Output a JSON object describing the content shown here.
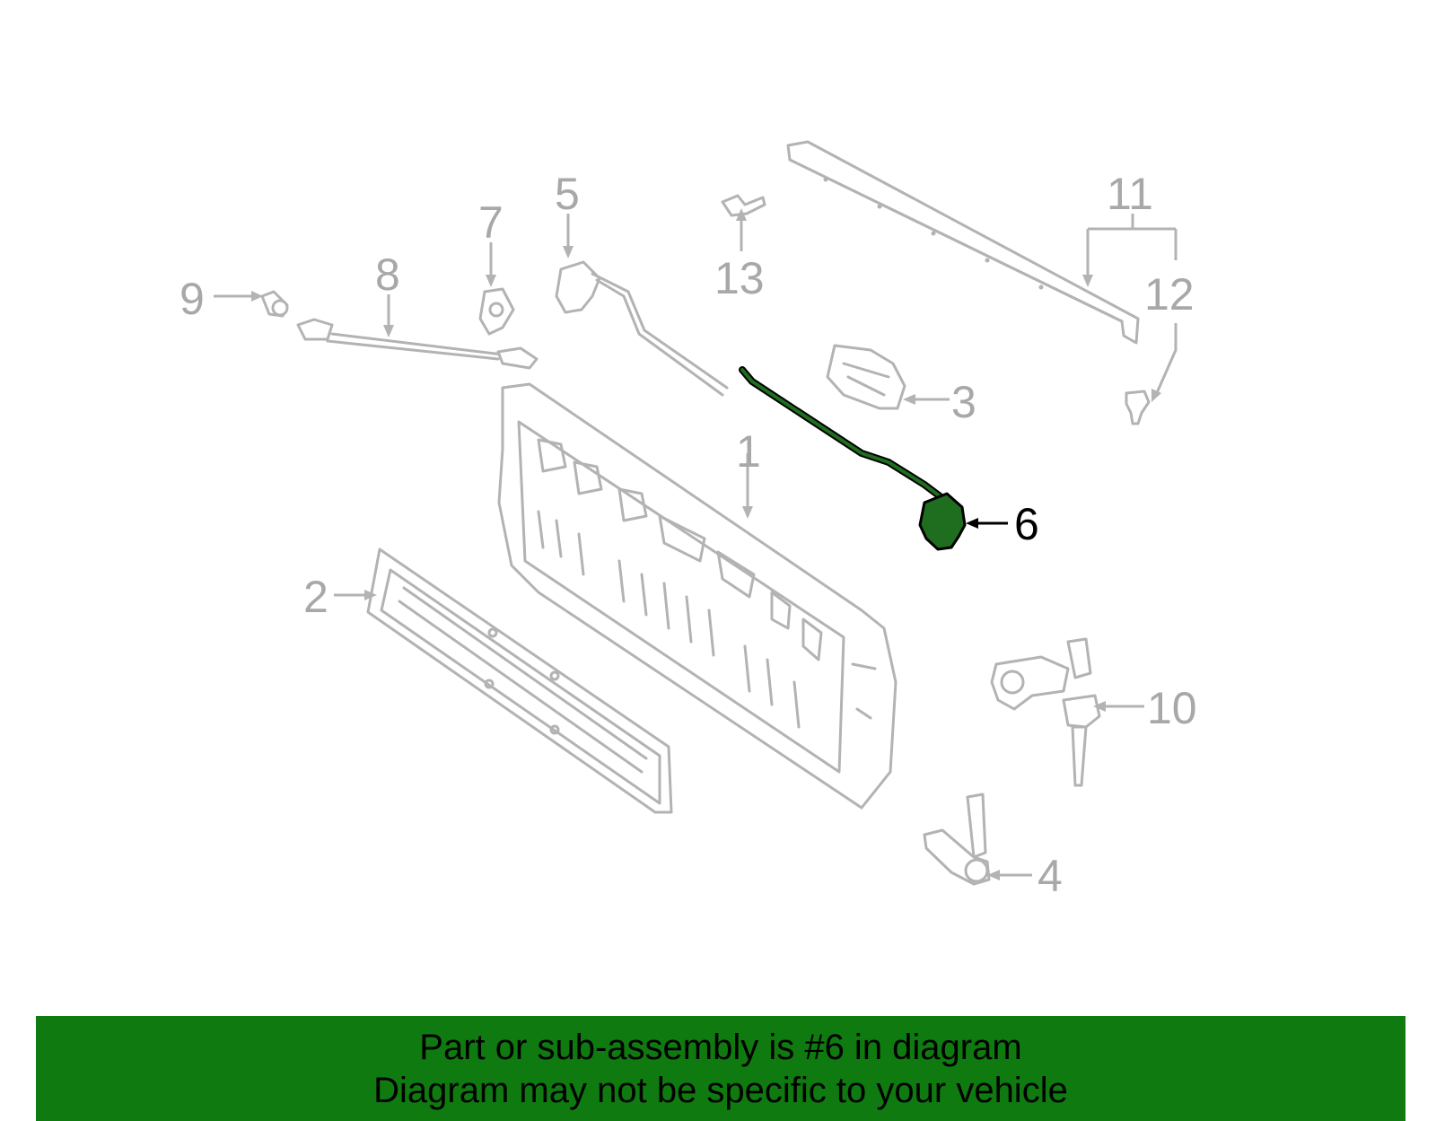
{
  "callouts": {
    "c1": "1",
    "c2": "2",
    "c3": "3",
    "c4": "4",
    "c5": "5",
    "c6": "6",
    "c7": "7",
    "c8": "8",
    "c9": "9",
    "c10": "10",
    "c11": "11",
    "c12": "12",
    "c13": "13"
  },
  "highlight": {
    "part_number": "6",
    "color": "#1f6e1f"
  },
  "colors": {
    "part_stroke": "#b3b3b3",
    "banner_bg": "#0f7a0f"
  },
  "banner": {
    "line1": "Part or sub-assembly is #6 in diagram",
    "line2": "Diagram may not be specific to your vehicle"
  }
}
